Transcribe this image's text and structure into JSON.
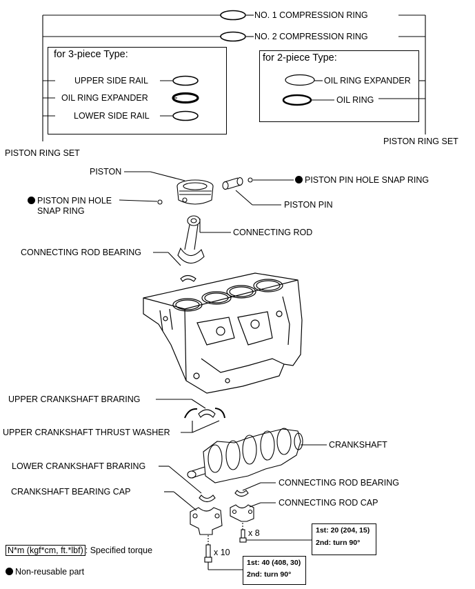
{
  "labels": {
    "no1_compression_ring": "NO. 1 COMPRESSION RING",
    "no2_compression_ring": "NO. 2 COMPRESSION RING",
    "box3_title": "for 3-piece Type:",
    "upper_side_rail": "UPPER SIDE RAIL",
    "oil_ring_expander_3": "OIL RING EXPANDER",
    "lower_side_rail": "LOWER SIDE RAIL",
    "box2_title": "for 2-piece Type:",
    "oil_ring_expander_2": "OIL RING EXPANDER",
    "oil_ring": "OIL RING",
    "piston_ring_set_left": "PISTON RING SET",
    "piston_ring_set_right": "PISTON RING SET",
    "piston": "PISTON",
    "piston_pin_hole_snap_ring_right": "PISTON PIN HOLE SNAP RING",
    "piston_pin_hole_snap_ring_left_1": "PISTON PIN HOLE",
    "piston_pin_hole_snap_ring_left_2": "SNAP RING",
    "piston_pin": "PISTON PIN",
    "connecting_rod": "CONNECTING ROD",
    "connecting_rod_bearing_upper": "CONNECTING ROD BEARING",
    "upper_crankshaft_bearing": "UPPER CRANKSHAFT BRARING",
    "upper_crankshaft_thrust_washer": "UPPER CRANKSHAFT THRUST WASHER",
    "crankshaft": "CRANKSHAFT",
    "lower_crankshaft_bearing": "LOWER CRANKSHAFT BRARING",
    "connecting_rod_bearing_lower": "CONNECTING ROD BEARING",
    "crankshaft_bearing_cap": "CRANKSHAFT BEARING CAP",
    "connecting_rod_cap": "CONNECTING ROD CAP",
    "qty_rod_bolt": "x 8",
    "qty_cap_bolt": "x 10"
  },
  "torque": {
    "rod_cap_1st": "1st: 20 (204, 15)",
    "rod_cap_2nd": "2nd: turn 90°",
    "main_cap_1st": "1st: 40 (408, 30)",
    "main_cap_2nd": "2nd: turn 90°"
  },
  "legend": {
    "torque_unit": "N*m (kgf*cm, ft.*lbf)",
    "torque_desc": ": Specified torque",
    "non_reusable": "Non-reusable part"
  }
}
